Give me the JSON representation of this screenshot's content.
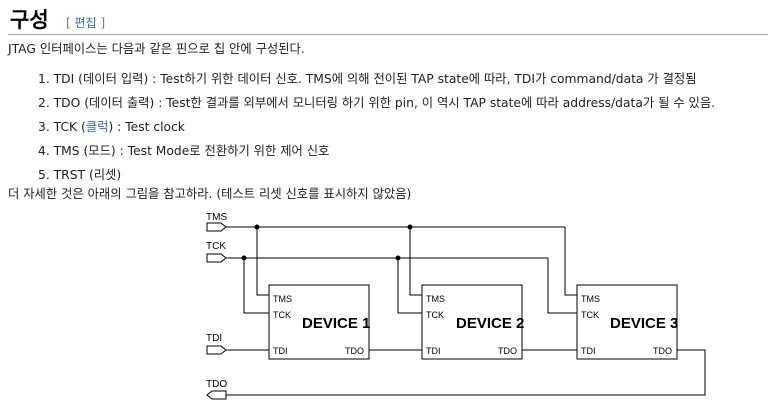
{
  "section": {
    "title": "구성",
    "edit_open": "[",
    "edit_label": "편집",
    "edit_close": "]"
  },
  "intro": "JTAG 인터페이스는 다음과 같은 핀으로 칩 안에 구성된다.",
  "pins": [
    {
      "num": "1.",
      "pre": "TDI (데이터 입력) : Test하기 위한 데이터 신호. TMS에 의해 전이된 TAP state에 따라, TDI가 command/data 가 결정됨",
      "link": "",
      "post": ""
    },
    {
      "num": "2.",
      "pre": "TDO (데이터 출력) : Test한 결과를 외부에서 모니터링 하기 위한 pin, 이 역시 TAP state에 따라 address/data가 될 수 있음.",
      "link": "",
      "post": ""
    },
    {
      "num": "3.",
      "pre": "TCK (",
      "link": "클럭",
      "post": ") : Test clock"
    },
    {
      "num": "4.",
      "pre": "TMS (모드) : Test Mode로 전환하기 위한 제어 신호",
      "link": "",
      "post": ""
    },
    {
      "num": "5.",
      "pre": "TRST (리셋)",
      "link": "",
      "post": ""
    }
  ],
  "note": "더 자세한 것은 아래의 그림을 참고하라. (테스트 리셋 신호를 표시하지 않았음)",
  "diagram": {
    "signals": {
      "tms": "TMS",
      "tck": "TCK",
      "tdi": "TDI",
      "tdo": "TDO"
    },
    "devices": [
      {
        "name": "DEVICE 1",
        "tms": "TMS",
        "tck": "TCK",
        "tdi": "TDI",
        "tdo": "TDO"
      },
      {
        "name": "DEVICE 2",
        "tms": "TMS",
        "tck": "TCK",
        "tdi": "TDI",
        "tdo": "TDO"
      },
      {
        "name": "DEVICE 3",
        "tms": "TMS",
        "tck": "TCK",
        "tdi": "TDI",
        "tdo": "TDO"
      }
    ]
  }
}
